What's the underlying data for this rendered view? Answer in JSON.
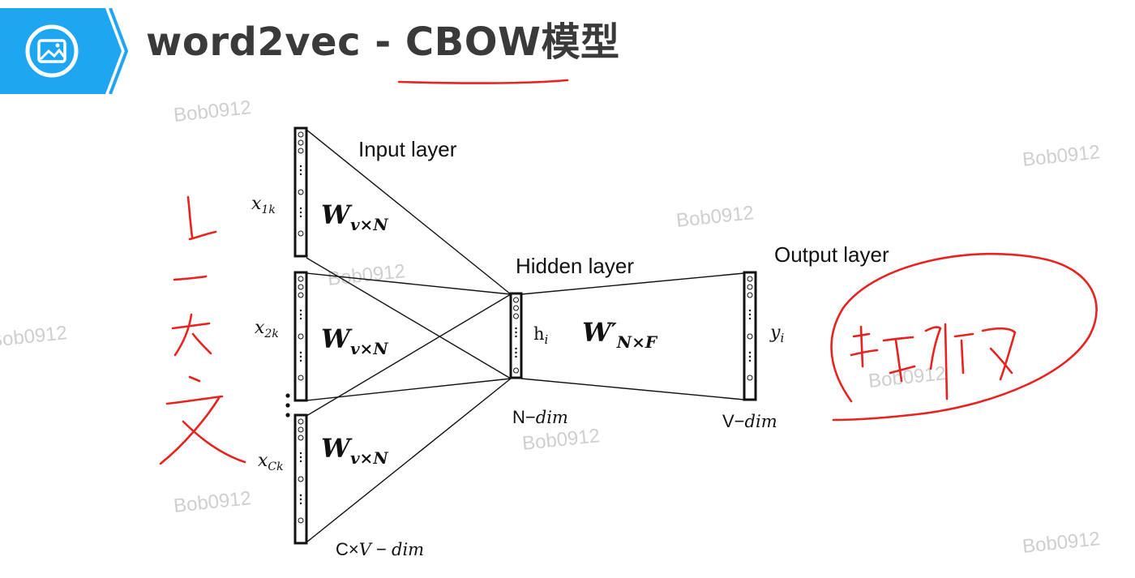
{
  "title": "word2vec - CBOW模型",
  "watermark": "Bob0912",
  "labels": {
    "input_layer": "Input layer",
    "hidden_layer": "Hidden layer",
    "output_layer": "Output layer"
  },
  "inputs": [
    {
      "var": "x",
      "sub": "1k",
      "weight_base": "W",
      "weight_sub": "v×N"
    },
    {
      "var": "x",
      "sub": "2k",
      "weight_base": "W",
      "weight_sub": "v×N"
    },
    {
      "var": "x",
      "sub": "Ck",
      "weight_base": "W",
      "weight_sub": "v×N"
    }
  ],
  "hidden": {
    "var": "h",
    "sub": "i",
    "dim_prefix": "N−",
    "dim_suffix": "dim"
  },
  "output": {
    "var": "y",
    "sub": "i",
    "dim_prefix": "V−",
    "dim_suffix": "dim"
  },
  "output_weight": {
    "base": "W",
    "prime": "′",
    "sub": "N×F"
  },
  "input_dim": {
    "prefix": "C×",
    "v": "V",
    "minus": " − ",
    "suffix": "dim"
  },
  "icon": "image-icon",
  "colors": {
    "accent": "#1da1f2",
    "ink": "#e8231f",
    "watermark": "#cfcfcf"
  }
}
